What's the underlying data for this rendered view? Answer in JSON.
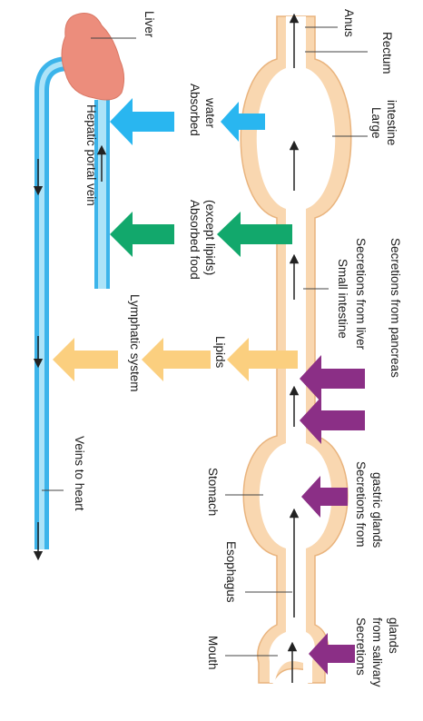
{
  "labels": {
    "liver": "Liver",
    "hepatic_portal_vein": "Hepatic portal vein",
    "veins_to_heart": "Veins to heart",
    "absorbed_water_1": "Absorbed",
    "absorbed_water_2": "water",
    "absorbed_food_1": "Absorbed food",
    "absorbed_food_2": "(except lipids)",
    "lipids": "Lipids",
    "lymphatic_system": "Lymphatic system",
    "anus": "Anus",
    "rectum": "Rectum",
    "large_intestine_1": "Large",
    "large_intestine_2": "intestine",
    "small_intestine": "Small intestine",
    "secretions_liver": "Secretions from liver",
    "secretions_pancreas": "Secretions from pancreas",
    "stomach": "Stomach",
    "secretions_gastric_1": "Secretions from",
    "secretions_gastric_2": "gastric glands",
    "esophagus": "Esophagus",
    "mouth": "Mouth",
    "secretions_salivary_1": "Secretions",
    "secretions_salivary_2": "from salivary",
    "secretions_salivary_3": "glands"
  },
  "colors": {
    "gut_fill": "#f9d7b0",
    "gut_outline": "#e9b47e",
    "vein_fill": "#3cb4ea",
    "vein_light": "#ace3f8",
    "liver": "#ec8d7c",
    "water_arrow": "#29b6f0",
    "food_arrow": "#12a86c",
    "lipid_arrow": "#fbcf7f",
    "secretion_arrow": "#8b2f86"
  }
}
